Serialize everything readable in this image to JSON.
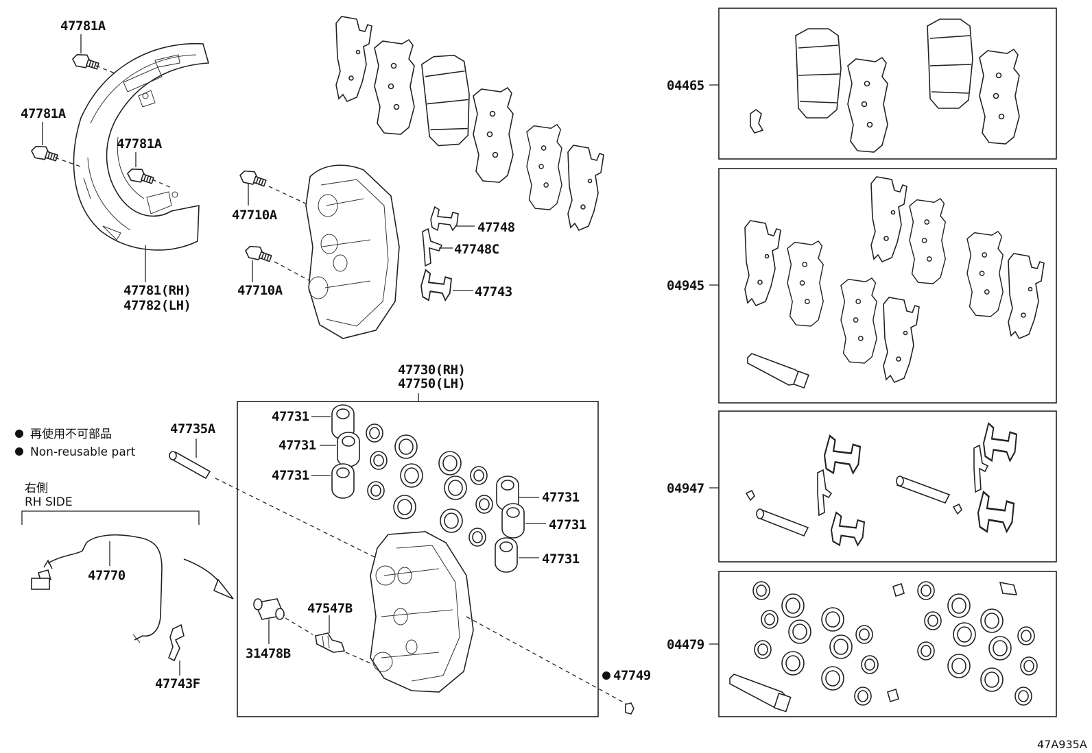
{
  "legend": {
    "jp": "再使用不可部品",
    "en": "Non-reusable part",
    "side_jp": "右側",
    "side_en": "RH SIDE"
  },
  "labels": {
    "dust_bolt_top": "47781A",
    "dust_bolt_left": "47781A",
    "dust_bolt_mid": "47781A",
    "dust_cover_rh": "47781(RH)",
    "dust_cover_lh": "47782(LH)",
    "mount_bolt_1": "47710A",
    "mount_bolt_2": "47710A",
    "clip_1": "47748",
    "clip_2": "47748C",
    "clip_3": "47743",
    "caliper_rh": "47730(RH)",
    "caliper_lh": "47750(LH)",
    "pin": "47735A",
    "piston_1": "47731",
    "piston_2": "47731",
    "piston_3": "47731",
    "piston_4": "47731",
    "piston_5": "47731",
    "piston_6": "47731",
    "sensor": "47770",
    "sensor_clip": "47743F",
    "bleeder": "47547B",
    "bushing": "31478B",
    "retainer": "47749",
    "kit_pads": "04465",
    "kit_shims": "04945",
    "kit_fitting": "04947",
    "kit_seals": "04479",
    "diagram_id": "47A935A"
  }
}
